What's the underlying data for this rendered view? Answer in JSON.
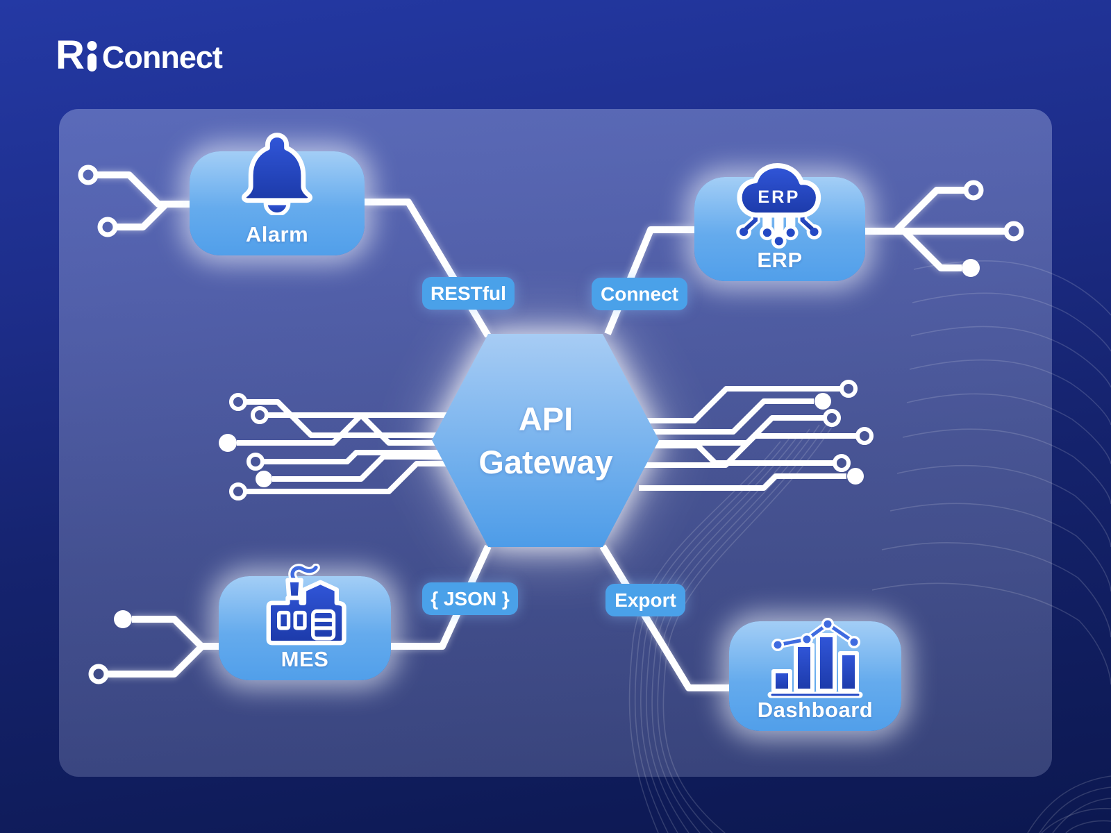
{
  "logo": {
    "prefix": "R",
    "name": "Connect"
  },
  "gateway": {
    "line1": "API",
    "line2": "Gateway"
  },
  "edges": {
    "restful": "RESTful",
    "connect": "Connect",
    "json": "{ JSON }",
    "export": "Export"
  },
  "nodes": {
    "alarm": {
      "label": "Alarm",
      "icon": "bell-icon"
    },
    "erp": {
      "label": "ERP",
      "icon": "cloud-circuit-icon",
      "icon_text": "ERP"
    },
    "mes": {
      "label": "MES",
      "icon": "factory-icon"
    },
    "dashboard": {
      "label": "Dashboard",
      "icon": "bar-chart-icon"
    }
  },
  "colors": {
    "background_top": "#2439a4",
    "background_bottom": "#0c1850",
    "panel": "rgba(200,210,246,0.30)",
    "node_gradient_top": "#a3cef6",
    "node_gradient_bottom": "#519fea",
    "hexagon_top": "#a7ccf4",
    "hexagon_bottom": "#4d9ce8",
    "pill": "#4aa1e9",
    "icon_dark_top": "#3156d9",
    "icon_dark_bottom": "#1c3aa9",
    "line": "#ffffff"
  }
}
